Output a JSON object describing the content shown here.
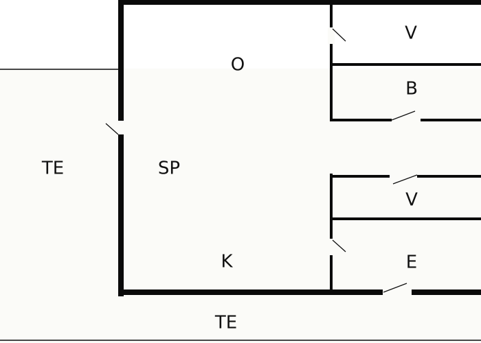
{
  "colors": {
    "wall": "#0a0a0a",
    "floor": "#fbfbf8",
    "background": "#ffffff",
    "label": "#111111"
  },
  "rooms": {
    "te_left": {
      "label": "TE"
    },
    "o": {
      "label": "O"
    },
    "sp": {
      "label": "SP"
    },
    "k": {
      "label": "K"
    },
    "v_top": {
      "label": "V"
    },
    "b": {
      "label": "B"
    },
    "v_bottom": {
      "label": "V"
    },
    "e": {
      "label": "E"
    },
    "te_bottom": {
      "label": "TE"
    }
  }
}
